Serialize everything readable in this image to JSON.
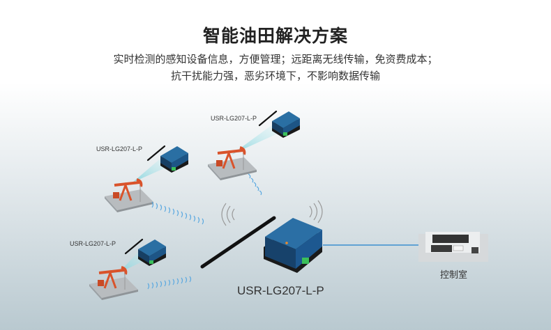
{
  "header": {
    "title": "智能油田解决方案",
    "subtitle_line1": "实时检测的感知设备信息，方便管理；远距离无线传输，免资费成本；",
    "subtitle_line2": "抗干扰能力强，恶劣环境下，不影响数据传输"
  },
  "diagram": {
    "field_devices": [
      {
        "label": "USR-LG207-L-P"
      },
      {
        "label": "USR-LG207-L-P"
      },
      {
        "label": "USR-LG207-L-P"
      }
    ],
    "central_device": {
      "label": "USR-LG207-L-P"
    },
    "control_room": {
      "label": "控制室"
    },
    "colors": {
      "device": "#1f5f8f",
      "pump": "#d9532b",
      "link": "#3a8fcf",
      "wave": "#5aa8e0"
    }
  }
}
